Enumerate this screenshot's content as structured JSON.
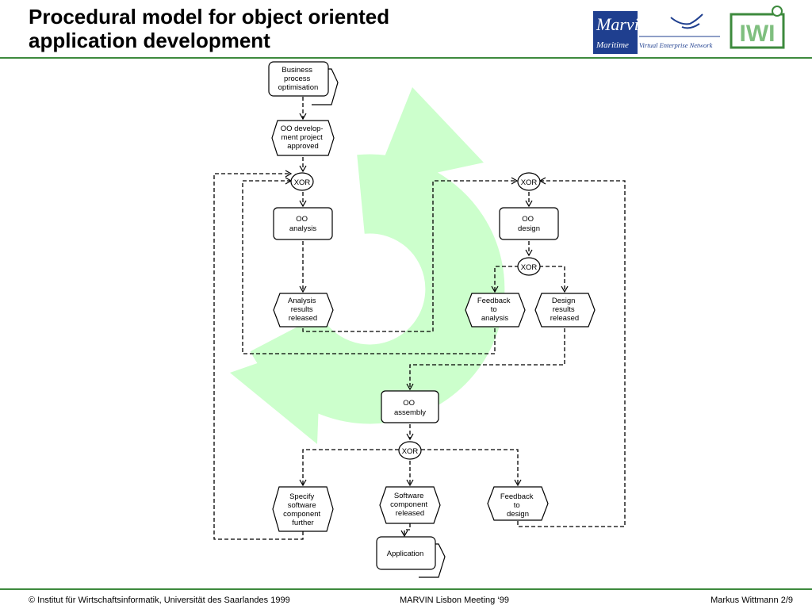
{
  "header": {
    "title_line1": "Procedural model for object oriented",
    "title_line2": "application development",
    "logo_marvin_big": "Marvin",
    "logo_marvin_small": "Maritime",
    "logo_marvin_tag": "Virtual Enterprise Network",
    "logo_iwi": "IWI"
  },
  "diagram": {
    "business_process": [
      "Business",
      "process",
      "optimisation"
    ],
    "oo_dev_approved": [
      "OO develop-",
      "ment project",
      "approved"
    ],
    "xor_label": "XOR",
    "oo_analysis": [
      "OO",
      "analysis"
    ],
    "oo_design": [
      "OO",
      "design"
    ],
    "analysis_released": [
      "Analysis",
      "results",
      "released"
    ],
    "feedback_analysis": [
      "Feedback",
      "to",
      "analysis"
    ],
    "design_released": [
      "Design",
      "results",
      "released"
    ],
    "oo_assembly": [
      "OO",
      "assembly"
    ],
    "specify_component": [
      "Specify",
      "software",
      "component",
      "further"
    ],
    "component_released": [
      "Software",
      "component",
      "released"
    ],
    "feedback_design": [
      "Feedback",
      "to",
      "design"
    ],
    "application": "Application"
  },
  "footer": {
    "left": "© Institut für Wirtschaftsinformatik, Universität des Saarlandes 1999",
    "center": "MARVIN Lisbon Meeting ‘99",
    "right": "Markus Wittmann  2/9"
  },
  "colors": {
    "accent_green": "#3d8a3d",
    "cycle_arrow": "#ccffcc",
    "marvin_blue": "#1f3f8f"
  }
}
